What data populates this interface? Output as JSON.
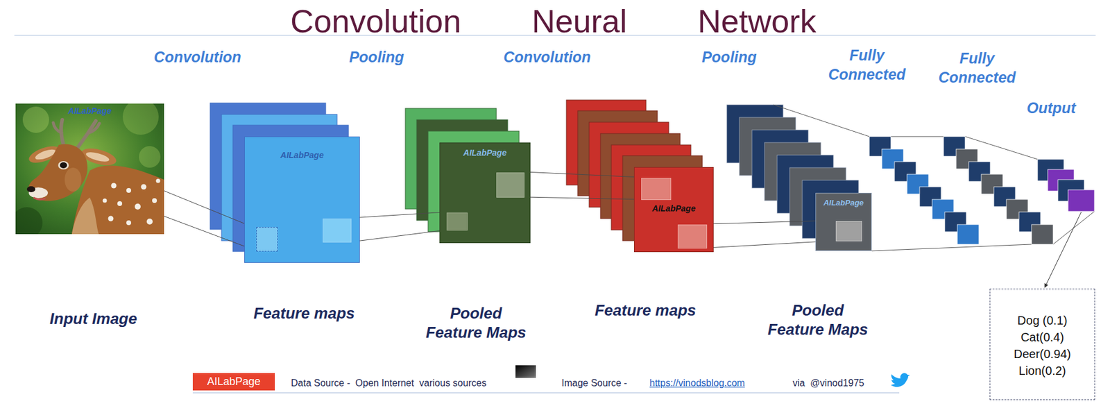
{
  "diagram": {
    "title": "Convolution Neural Network",
    "nodes": [
      {
        "text": [
          "AILabPage"
        ]
      },
      {
        "text": [
          "AILabPage"
        ]
      },
      {
        "text": [
          "AILabPage"
        ]
      },
      {
        "text": [
          "AILabPage"
        ]
      },
      {
        "text": [
          "AILabPage"
        ]
      },
      {
        "text": [
          "Dog (0.1)",
          "Cat(0.4)",
          "Deer(0.94)",
          "Lion(0.2)"
        ]
      },
      {
        "text": [
          "AILabPage"
        ]
      }
    ],
    "edges": [
      {
        "from": 0,
        "to": 1,
        "arrow": "none"
      },
      {
        "from": 1,
        "to": 2,
        "arrow": "none"
      },
      {
        "from": 2,
        "to": 3,
        "arrow": "none"
      },
      {
        "from": 3,
        "to": 4,
        "arrow": "none"
      }
    ],
    "labels": [
      "Convolution",
      "Pooling",
      "Convolution",
      "Pooling",
      "Fully Connected",
      "Fully Connected",
      "Output",
      "Input Image",
      "Feature maps",
      "Pooled Feature Maps",
      "Feature maps",
      "Pooled Feature Maps",
      "Data Source -  Open Internet  various sources",
      "Image Source -",
      "https://vinodsblog.com",
      "via  @vinod1975"
    ]
  }
}
